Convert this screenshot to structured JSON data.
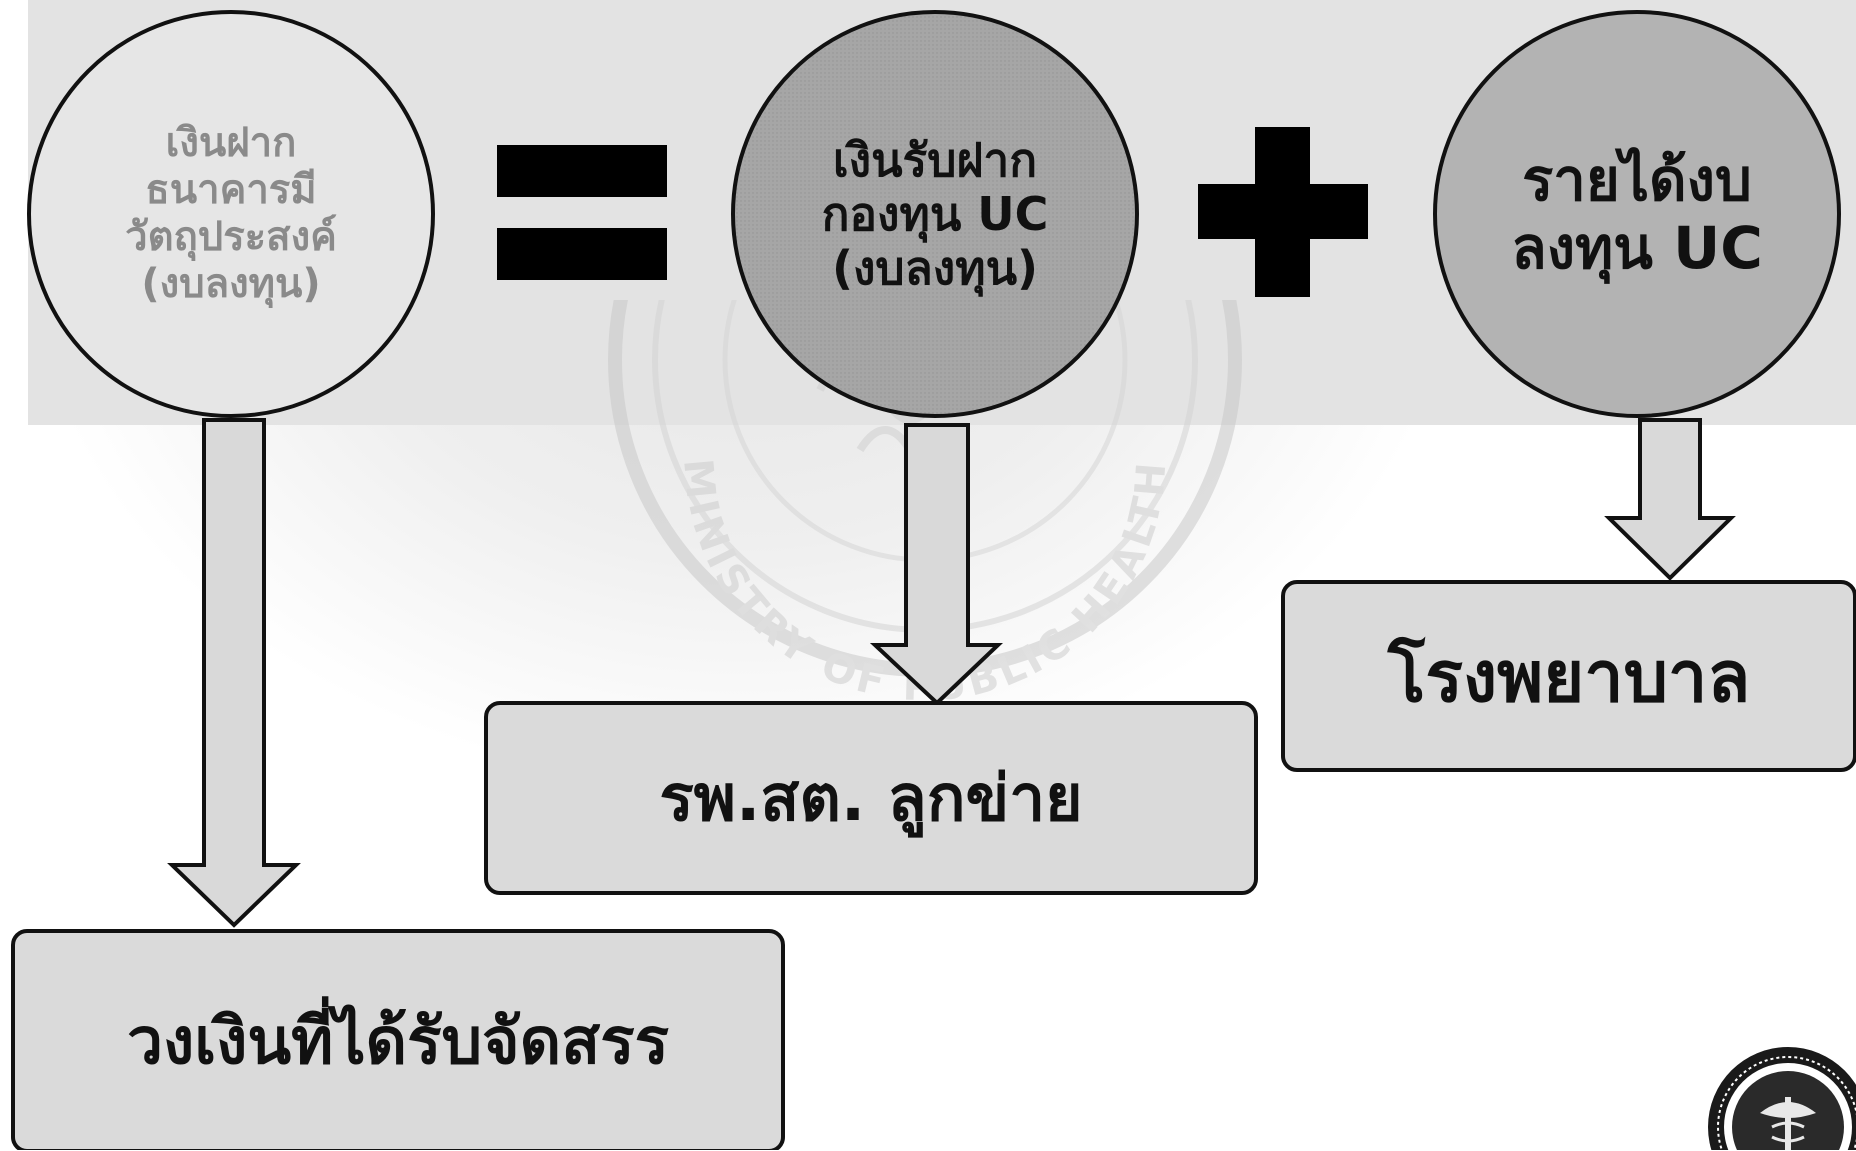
{
  "formula": {
    "term1": "เงินฝาก\nธนาคารมี\nวัตถุประสงค์\n(งบลงทุน)",
    "equals_symbol": "equals-icon",
    "term2": "เงินรับฝาก\nกองทุน UC\n(งบลงทุน)",
    "plus_symbol": "plus-icon",
    "term3": "รายได้งบ\nลงทุน UC"
  },
  "outputs": {
    "allocated": "วงเงินที่ได้รับจัดสรร",
    "subdistrict": "รพ.สต. ลูกข่าย",
    "hospital": "โรงพยาบาล"
  },
  "watermark": {
    "text": "MINISTRY OF PUBLIC HEALTH"
  },
  "colors": {
    "band": "#e3e3e3",
    "circle1": "#e6e6e6",
    "circle2": "#a6a6a6",
    "circle3": "#b3b3b3",
    "box": "#dadada",
    "stroke": "#111111"
  }
}
